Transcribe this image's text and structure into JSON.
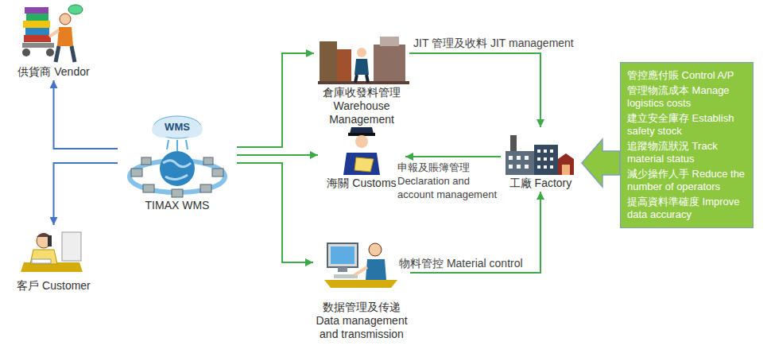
{
  "diagram": {
    "nodes": [
      {
        "text": [
          "供貨商 Vendor"
        ]
      },
      {
        "text": [
          "客戶 Customer"
        ]
      },
      {
        "text": [
          "WMS",
          "TIMAX WMS"
        ]
      },
      {
        "text": [
          "倉庫收發料管理 Warehouse Management"
        ]
      },
      {
        "text": [
          "海關 Customs"
        ]
      },
      {
        "text": [
          "工廠 Factory"
        ]
      },
      {
        "text": [
          "数据管理及传递 Data management and transmission"
        ]
      },
      {
        "text": [
          "管控應付賬 Control A/P",
          "管理物流成本 Manage logistics costs",
          "建立安全庫存 Establish safety stock",
          "追蹤物流狀況 Track material status",
          "減少操作人手 Reduce the number of operators",
          "提高資料準確度 Improve data accuracy"
        ]
      }
    ],
    "edges": [
      {
        "from": 2,
        "to": 0,
        "arrow": "to"
      },
      {
        "from": 2,
        "to": 1,
        "arrow": "to"
      },
      {
        "from": 2,
        "to": 3,
        "arrow": "to"
      },
      {
        "from": 2,
        "to": 4,
        "arrow": "to"
      },
      {
        "from": 2,
        "to": 6,
        "arrow": "to"
      },
      {
        "from": 3,
        "to": 5,
        "label": "JIT 管理及收料 JIT management",
        "arrow": "to"
      },
      {
        "from": 5,
        "to": 4,
        "label": "申報及賬簿管理 Declaration and account management",
        "arrow": "to"
      },
      {
        "from": 6,
        "to": 5,
        "label": "物料管控 Material control",
        "arrow": "to"
      },
      {
        "from": 7,
        "to": 5,
        "arrow": "to"
      }
    ]
  }
}
